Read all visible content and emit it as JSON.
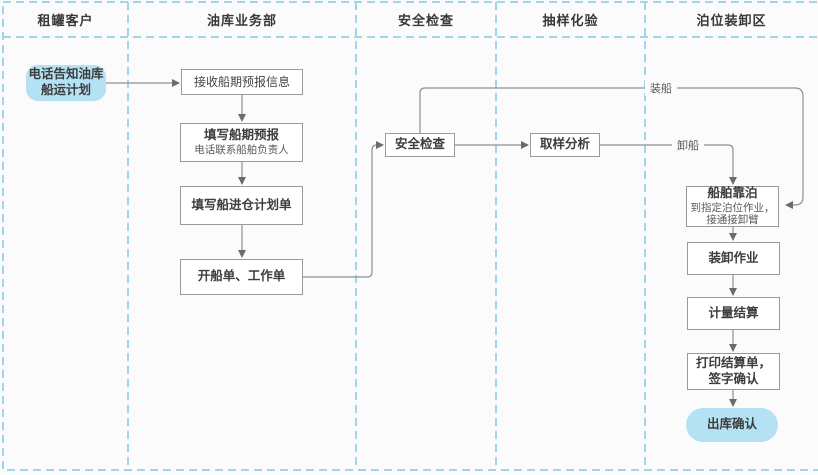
{
  "lanes": [
    {
      "label": "租罐客户"
    },
    {
      "label": "油库业务部"
    },
    {
      "label": "安全检查"
    },
    {
      "label": "抽样化验"
    },
    {
      "label": "泊位装卸区"
    }
  ],
  "nodes": {
    "start": {
      "title": "电话告知油库船运计划",
      "shape": "rounded",
      "fill": "#b5e1f5"
    },
    "receive": {
      "title": "接收船期预报信息"
    },
    "fill_forecast": {
      "title": "填写船期预报",
      "subtitle": "电话联系船舶负责人"
    },
    "fill_plan": {
      "title": "填写船进仓计划单"
    },
    "issue_orders": {
      "title": "开船单、工作单"
    },
    "safety_check": {
      "title": "安全检查"
    },
    "sampling": {
      "title": "取样分析"
    },
    "berthing": {
      "title": "船舶靠泊",
      "subtitle": "到指定泊位作业，接通接卸臂"
    },
    "loading_ops": {
      "title": "装卸作业"
    },
    "measurement": {
      "title": "计量结算"
    },
    "print_sign": {
      "title": "打印结算单，签字确认"
    },
    "outbound_confirm": {
      "title": "出库确认",
      "shape": "rounded",
      "fill": "#b5e1f5"
    }
  },
  "edge_labels": {
    "load_ship": "装船",
    "unload_ship": "卸船"
  },
  "edges": [
    {
      "from": "start",
      "to": "receive"
    },
    {
      "from": "receive",
      "to": "fill_forecast"
    },
    {
      "from": "fill_forecast",
      "to": "fill_plan"
    },
    {
      "from": "fill_plan",
      "to": "issue_orders"
    },
    {
      "from": "issue_orders",
      "to": "safety_check"
    },
    {
      "from": "safety_check",
      "to": "sampling"
    },
    {
      "from": "sampling",
      "to": "berthing",
      "label": "卸船"
    },
    {
      "from": "safety_check",
      "to": "berthing",
      "label": "装船"
    },
    {
      "from": "berthing",
      "to": "loading_ops"
    },
    {
      "from": "loading_ops",
      "to": "measurement"
    },
    {
      "from": "measurement",
      "to": "print_sign"
    },
    {
      "from": "print_sign",
      "to": "outbound_confirm"
    }
  ],
  "colors": {
    "lane_line": "#a0d6ec",
    "connector": "#8f8f8f",
    "node_border": "#9a9a9a",
    "node_fill": "#ffffff",
    "accent_fill": "#b5e1f5",
    "title_text": "#3d3d3d",
    "subtitle_text": "#5a5a5a",
    "background": "#fbfbfb"
  }
}
